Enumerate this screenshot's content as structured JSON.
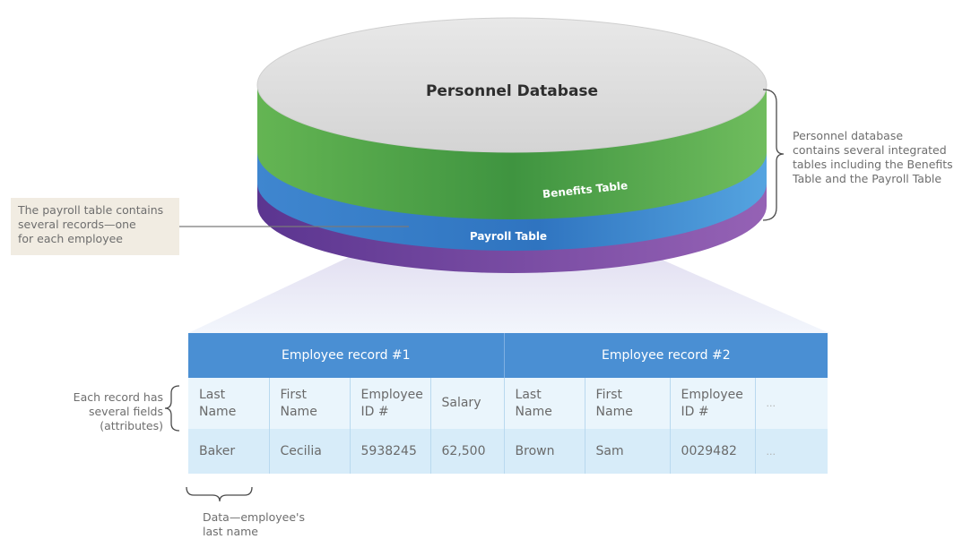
{
  "database": {
    "title": "Personnel Database",
    "layers": {
      "benefits": "Benefits Table",
      "payroll": "Payroll Table"
    },
    "colors": {
      "top": "#e3e3e3",
      "benefits": "#3f9d44",
      "payroll": "#3f87c8",
      "base": "#6f3b99"
    }
  },
  "annotations": {
    "payroll_note": [
      "The payroll table contains",
      "several records—one",
      "for each employee"
    ],
    "database_note": [
      "Personnel database",
      "contains several integrated",
      "tables including the Benefits",
      "Table and the Payroll Table"
    ],
    "record_note": [
      "Each record has",
      "several fields",
      "(attributes)"
    ],
    "data_note": [
      "Data—employee's",
      "last name"
    ]
  },
  "records_table": {
    "record_headers": [
      "Employee record #1",
      "Employee record #2"
    ],
    "fields": [
      [
        "Last",
        "Name"
      ],
      [
        "First",
        "Name"
      ],
      [
        "Employee",
        "ID #"
      ],
      [
        "Salary"
      ],
      [
        "Last",
        "Name"
      ],
      [
        "First",
        "Name"
      ],
      [
        "Employee",
        "ID #"
      ],
      [
        "..."
      ]
    ],
    "values": [
      "Baker",
      "Cecilia",
      "5938245",
      "62,500",
      "Brown",
      "Sam",
      "0029482",
      "..."
    ]
  }
}
